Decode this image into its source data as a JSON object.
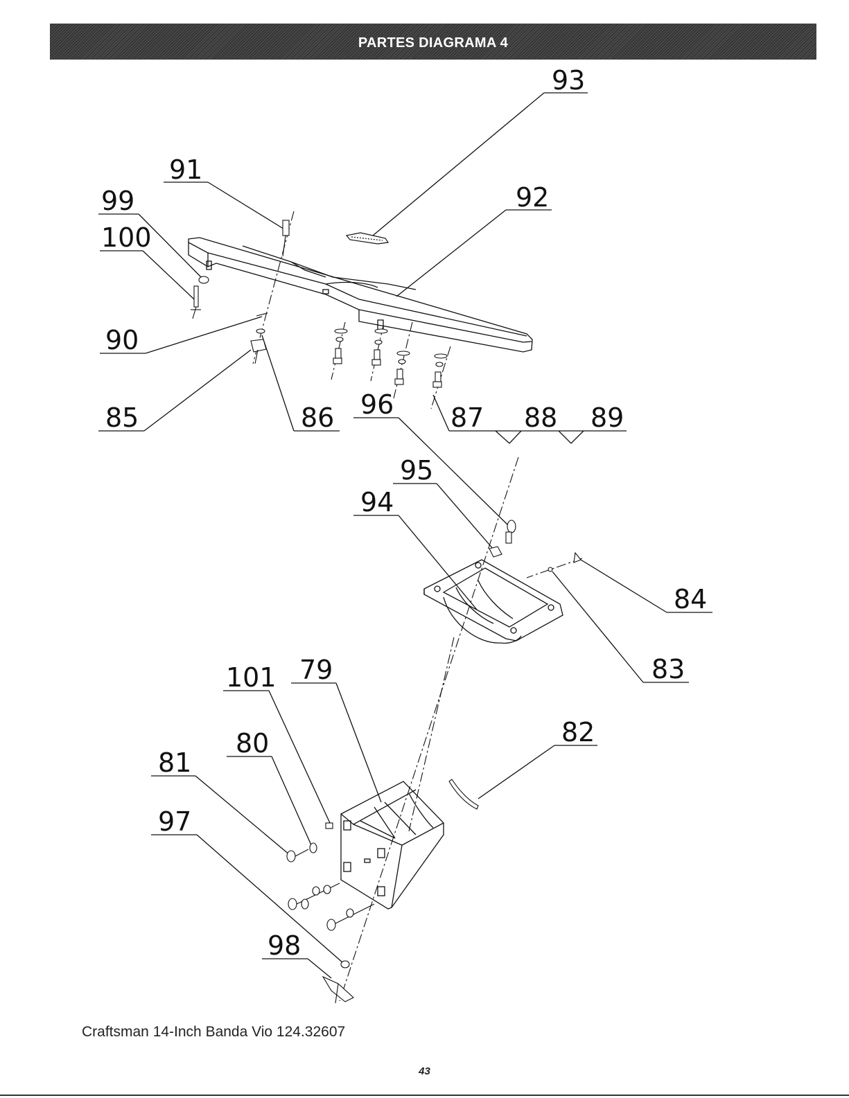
{
  "header": {
    "title": "PARTES DIAGRAMA 4"
  },
  "callouts": {
    "c93": "93",
    "c91": "91",
    "c92": "92",
    "c99": "99",
    "c100": "100",
    "c90": "90",
    "c85": "85",
    "c86": "86",
    "c96": "96",
    "c87": "87",
    "c88": "88",
    "c89": "89",
    "c95": "95",
    "c94": "94",
    "c84": "84",
    "c83": "83",
    "c101": "101",
    "c79": "79",
    "c82": "82",
    "c80": "80",
    "c81": "81",
    "c97": "97",
    "c98": "98"
  },
  "footer": {
    "caption": "Craftsman 14-Inch Banda Vio 124.32607",
    "page_number": "43"
  }
}
